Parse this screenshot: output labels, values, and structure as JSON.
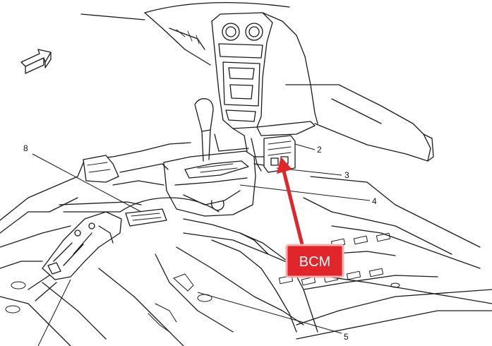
{
  "diagram": {
    "callouts": {
      "c2": "2",
      "c3": "3",
      "c4": "4",
      "c5": "5",
      "c8": "8"
    },
    "bcm_label": "BCM",
    "colors": {
      "line": "#1a1a1a",
      "accent_red": "#e0262a",
      "bcm_border": "#f2b0b0",
      "background": "#ffffff"
    },
    "icons": {
      "orientation": "forward-arrow-icon",
      "pointer": "red-arrow-icon"
    }
  }
}
